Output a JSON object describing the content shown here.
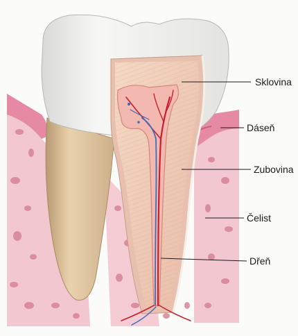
{
  "labels": {
    "enamel": "Sklovina",
    "gum": "Dáseň",
    "dentin": "Zubovina",
    "jaw": "Čelist",
    "pulp": "Dřeň"
  },
  "colors": {
    "enamel": "#f1f1ef",
    "bone": "#f2c7cf",
    "bone_spot": "#d47f93",
    "gum": "#e58aa2",
    "dentin_cut": "#efc9b4",
    "root_outer": "#d9c09a",
    "blood_red": "#c81f2d",
    "blood_blue": "#3d6db8",
    "leader_line": "#1a1a1a"
  }
}
